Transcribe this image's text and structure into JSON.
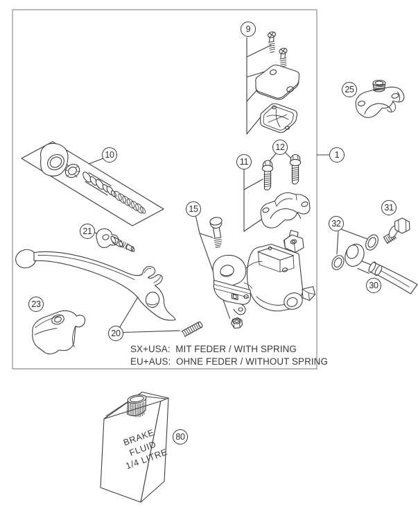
{
  "diagram": {
    "background": "#ffffff",
    "line_color": "#3d3d3d",
    "border_color": "#8c8c8c",
    "callouts": {
      "c1": "1",
      "c9": "9",
      "c10": "10",
      "c11": "11",
      "c12": "12",
      "c15": "15",
      "c20": "20",
      "c21": "21",
      "c23": "23",
      "c25": "25",
      "c30": "30",
      "c31": "31",
      "c32": "32",
      "c80": "80"
    },
    "notes": {
      "line1": "SX+USA:  MIT FEDER / WITH SPRING",
      "line2": "EU+AUS:  OHNE FEDER / WITHOUT SPRING"
    },
    "bottle": {
      "label_line1": "BRAKE",
      "label_line2": "FLUID",
      "label_line3": "1/4 LITRE"
    }
  }
}
